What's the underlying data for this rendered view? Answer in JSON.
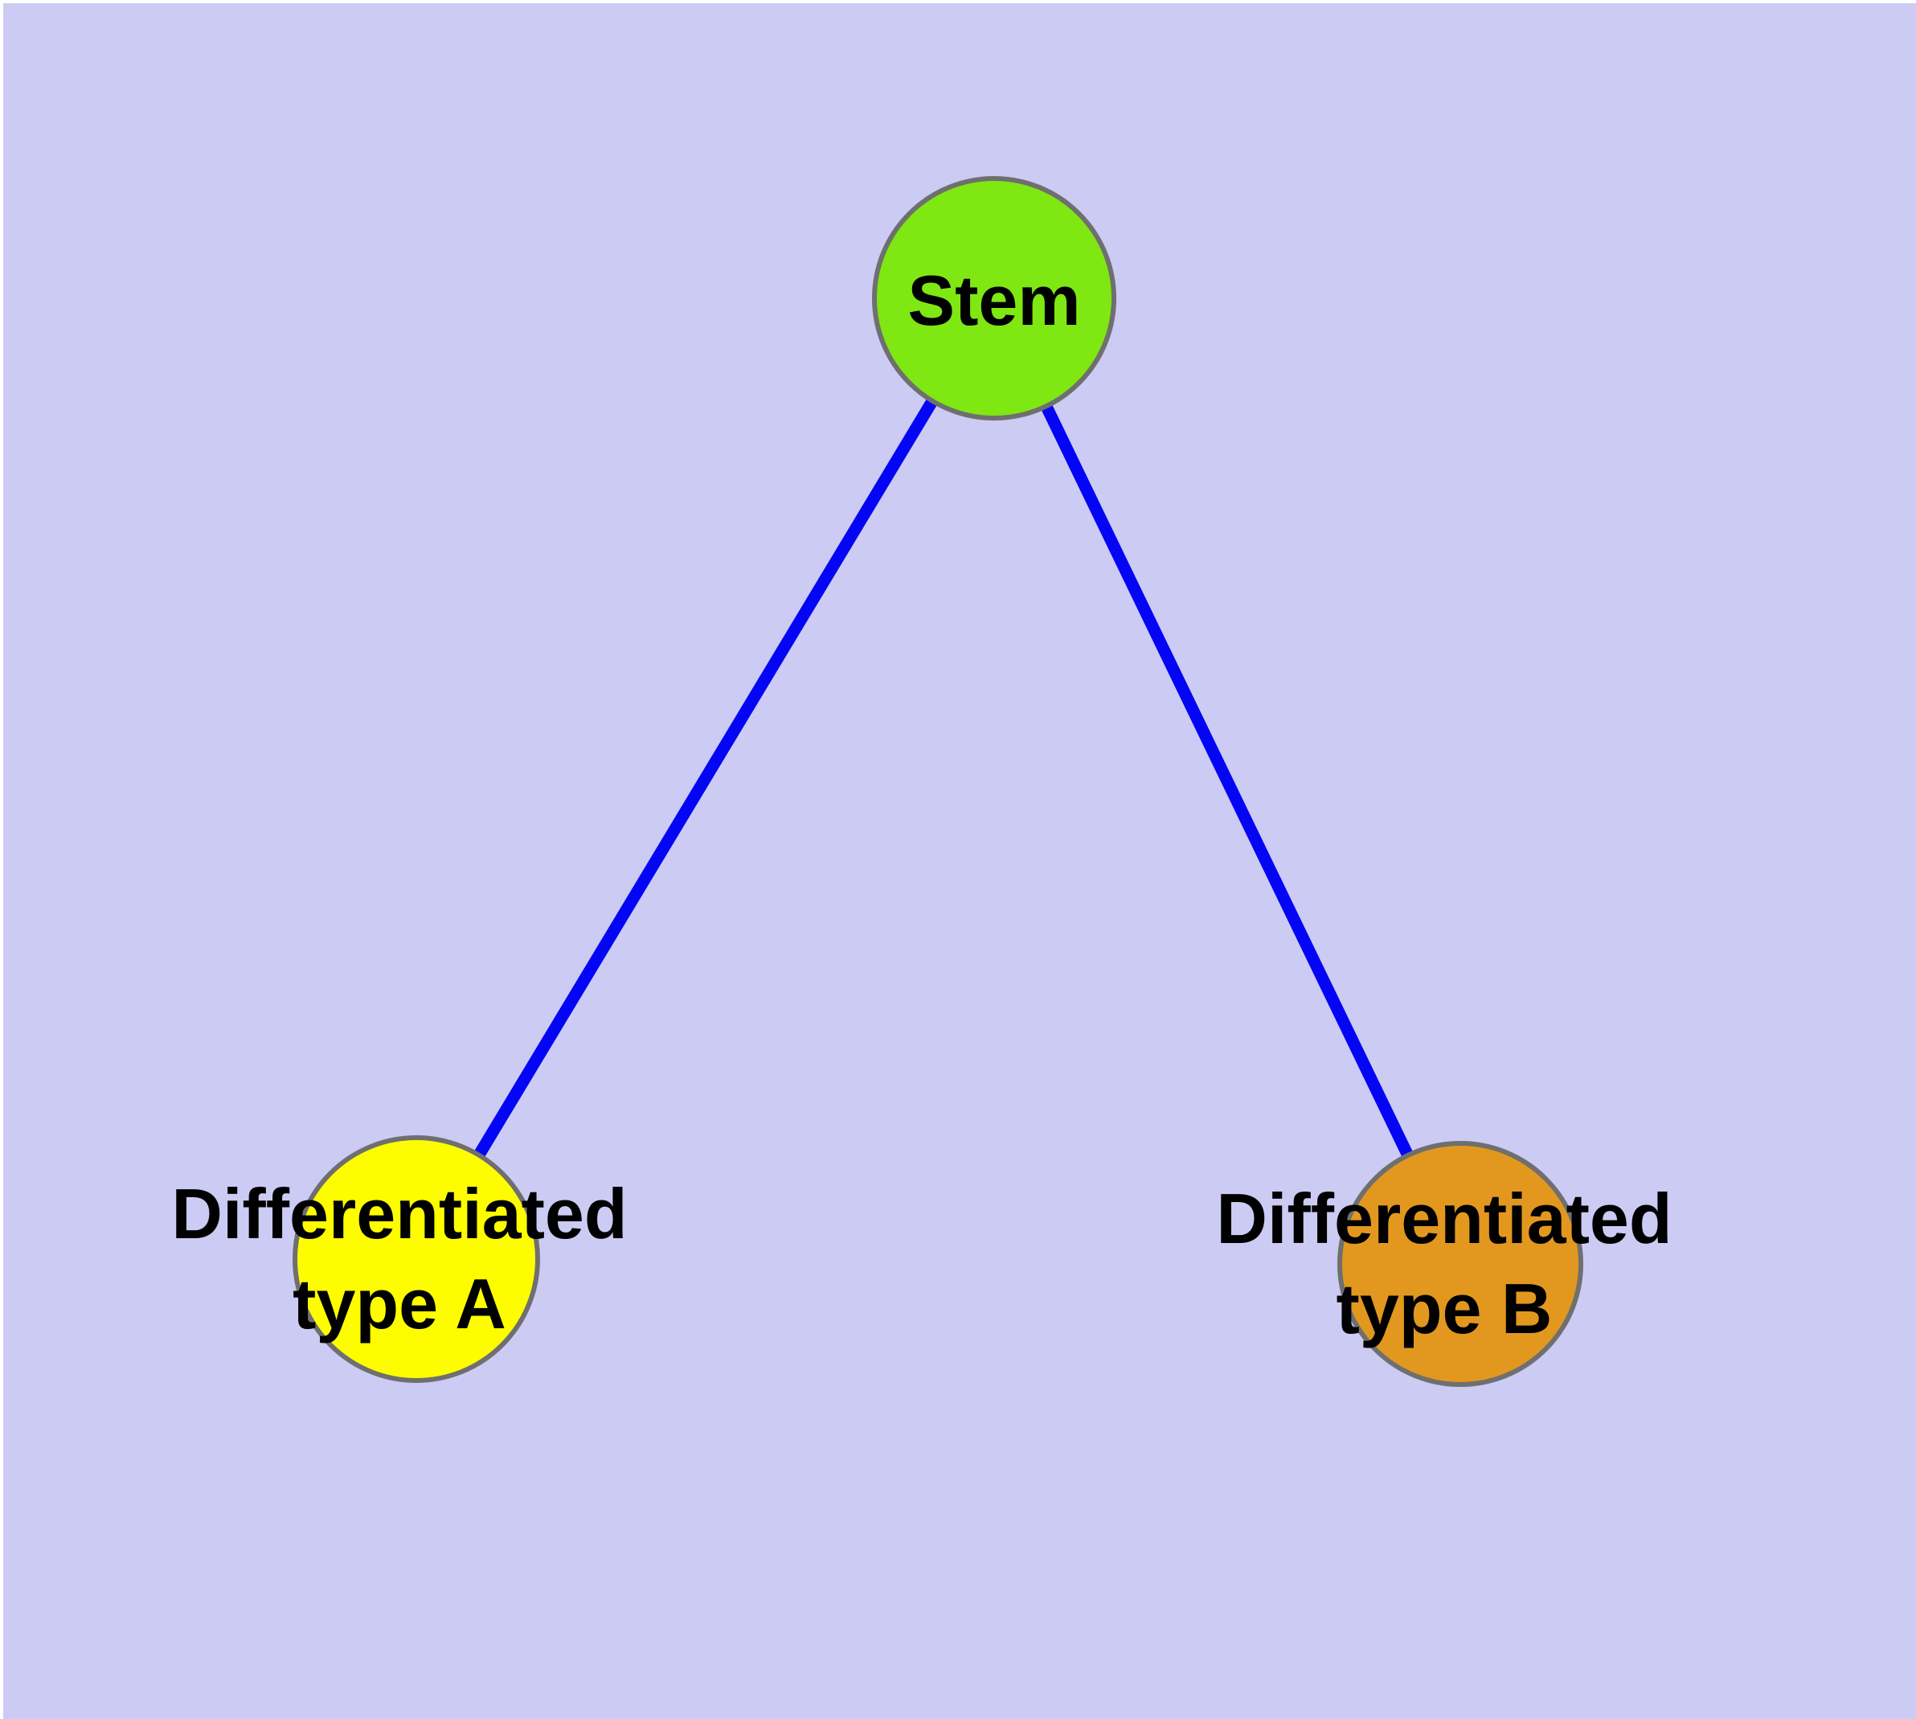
{
  "colors": {
    "background": "#CBCBF4",
    "margin": "#FFFFFF",
    "edge": "#0505F5",
    "node_border": "#6F6F6F",
    "label_text": "#000000"
  },
  "graph": {
    "type": "node-link-diagram",
    "nodes": [
      {
        "id": "stem",
        "label": "Stem",
        "label_lines": [
          "Stem"
        ],
        "fill": "#7FE712"
      },
      {
        "id": "type-a",
        "label": "Differentiated type A",
        "label_lines": [
          "Differentiated",
          "type A"
        ],
        "fill": "#FDFD00"
      },
      {
        "id": "type-b",
        "label": "Differentiated type B",
        "label_lines": [
          "Differentiated",
          "type B"
        ],
        "fill": "#E2981F"
      }
    ],
    "edges": [
      {
        "from": "stem",
        "to": "type-a"
      },
      {
        "from": "stem",
        "to": "type-b"
      }
    ]
  }
}
